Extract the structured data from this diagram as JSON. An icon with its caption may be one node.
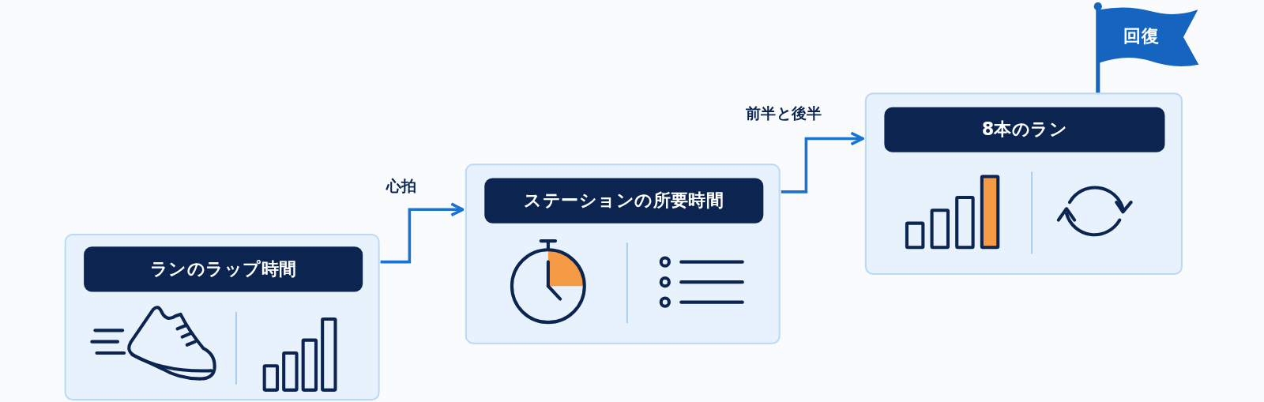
{
  "diagram": {
    "nodes": [
      {
        "text": [
          "ランのラップ時間"
        ]
      },
      {
        "text": [
          "ステーションの所要時間"
        ]
      },
      {
        "text": [
          "8本のラン"
        ]
      },
      {
        "text": [
          "回復"
        ]
      }
    ],
    "edges": [
      {
        "from": 0,
        "to": 1,
        "arrow": "to",
        "label": "心拍"
      },
      {
        "from": 1,
        "to": 2,
        "arrow": "to",
        "label": "前半と後半"
      }
    ]
  }
}
